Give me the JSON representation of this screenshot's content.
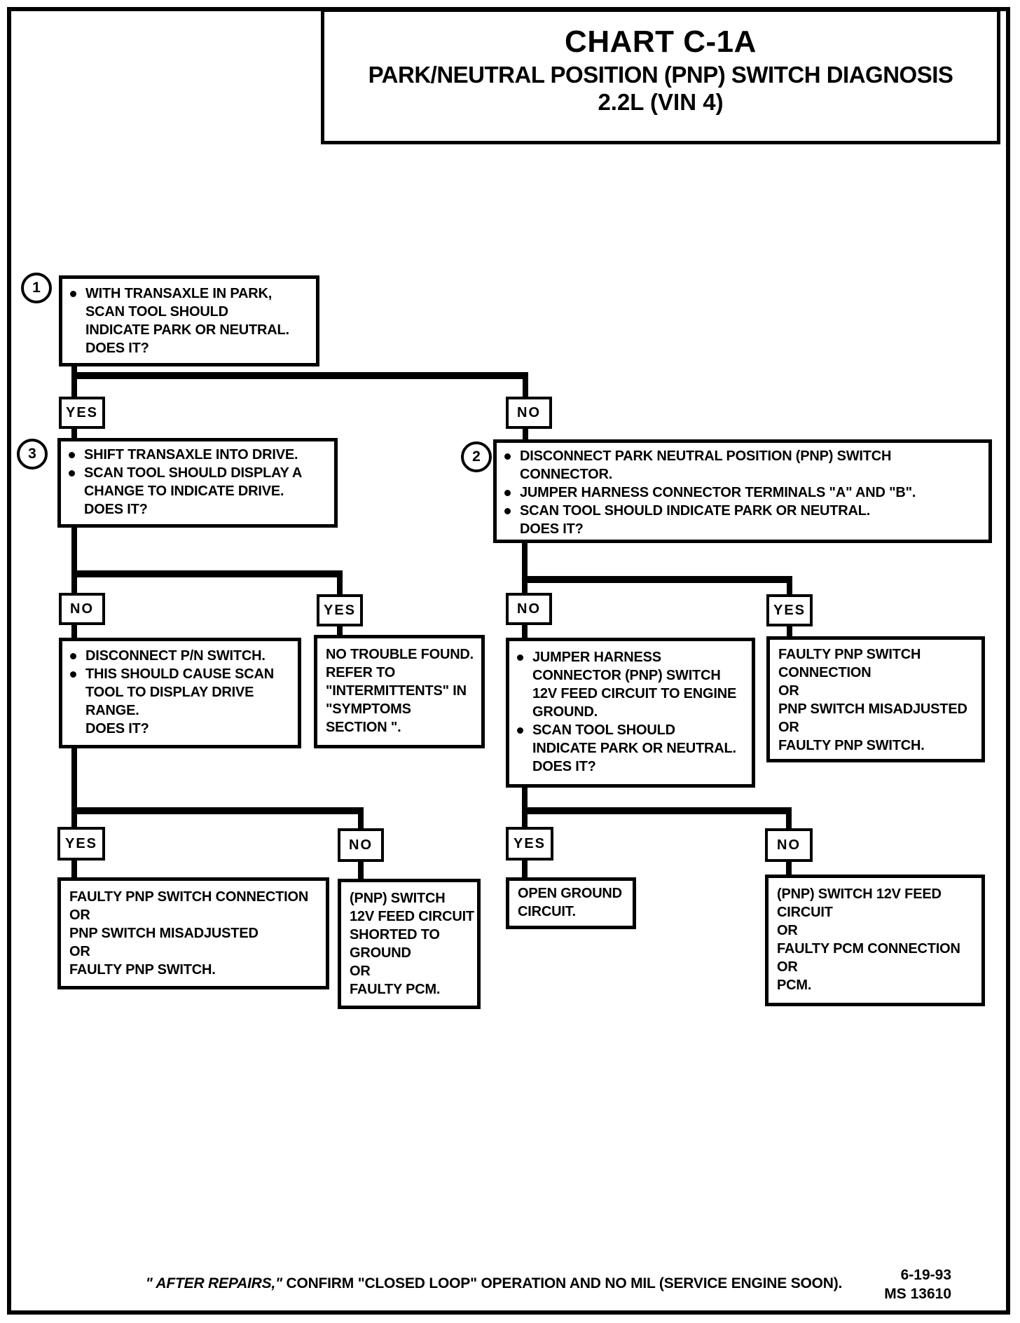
{
  "colors": {
    "ink": "#000000",
    "paper": "#ffffff"
  },
  "title": {
    "line1": "CHART C-1A",
    "line2": "PARK/NEUTRAL POSITION (PNP) SWITCH DIAGNOSIS",
    "line3": "2.2L (VIN 4)"
  },
  "circles": {
    "c1": "1",
    "c2": "2",
    "c3": "3"
  },
  "labels": {
    "yes": "YES",
    "no": "NO"
  },
  "boxes": {
    "q1": [
      "WITH TRANSAXLE IN PARK,",
      "SCAN TOOL SHOULD",
      "INDICATE PARK OR NEUTRAL.",
      "DOES IT?"
    ],
    "q3": [
      "SHIFT TRANSAXLE INTO DRIVE.",
      "SCAN TOOL SHOULD DISPLAY A",
      "CHANGE TO INDICATE DRIVE.",
      "DOES IT?"
    ],
    "q2": [
      "DISCONNECT PARK NEUTRAL POSITION (PNP) SWITCH",
      "CONNECTOR.",
      "JUMPER HARNESS CONNECTOR TERMINALS \"A\" AND \"B\".",
      "SCAN TOOL SHOULD INDICATE PARK OR NEUTRAL.",
      "DOES IT?"
    ],
    "qa": [
      "DISCONNECT P/N SWITCH.",
      "THIS SHOULD CAUSE SCAN",
      "TOOL TO DISPLAY DRIVE",
      "RANGE.",
      "DOES IT?"
    ],
    "tb": [
      "NO TROUBLE FOUND.",
      "REFER TO",
      "\"INTERMITTENTS\" IN",
      "\"SYMPTOMS",
      "SECTION \"."
    ],
    "qc": [
      "JUMPER HARNESS",
      "CONNECTOR (PNP) SWITCH",
      "12V FEED CIRCUIT TO ENGINE",
      "GROUND.",
      "SCAN TOOL SHOULD",
      "INDICATE PARK OR NEUTRAL.",
      "DOES IT?"
    ],
    "td": [
      "FAULTY PNP SWITCH",
      "CONNECTION",
      "OR",
      "PNP SWITCH MISADJUSTED",
      "OR",
      "FAULTY PNP SWITCH."
    ],
    "te": [
      "FAULTY PNP SWITCH CONNECTION",
      "OR",
      "PNP SWITCH MISADJUSTED",
      "OR",
      "FAULTY PNP SWITCH."
    ],
    "tf": [
      "(PNP) SWITCH",
      "12V FEED CIRCUIT",
      "SHORTED TO",
      "GROUND",
      "OR",
      "FAULTY PCM."
    ],
    "tg": [
      "OPEN GROUND",
      "CIRCUIT."
    ],
    "th": [
      "(PNP) SWITCH 12V FEED",
      "CIRCUIT",
      "OR",
      "FAULTY PCM CONNECTION",
      "OR",
      "PCM."
    ]
  },
  "footer": {
    "note_italic": "\" AFTER REPAIRS,\"",
    "note_rest": " CONFIRM \"CLOSED LOOP\" OPERATION AND NO MIL (SERVICE ENGINE SOON).",
    "date": "6-19-93",
    "doc_number": "MS 13610"
  }
}
